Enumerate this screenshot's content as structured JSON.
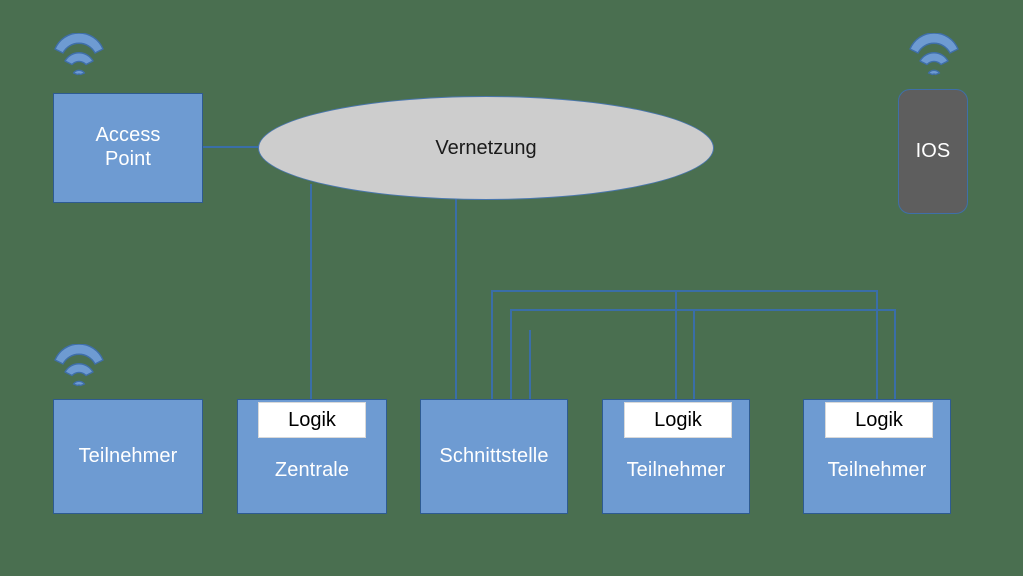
{
  "diagram": {
    "title": "Vernetzung",
    "background_color": "#4a6f50",
    "palette": {
      "node_fill": "#6e9bd2",
      "node_border": "#2e5b91",
      "cloud_fill": "#cdcdcd",
      "cloud_border": "#4a77ae",
      "phone_fill": "#5e5e5e",
      "phone_border": "#3f6fa8",
      "logik_fill": "#ffffff",
      "logik_text": "#000000",
      "node_text": "#ffffff",
      "connector": "#3a6ea8",
      "wifi_icon": "#6e9bd2",
      "wifi_icon_border": "#3f6fa8"
    },
    "cloud": {
      "label": "Vernetzung"
    },
    "nodes": [
      {
        "id": "access-point",
        "label": "Access\nPoint",
        "type": "box",
        "wifi": true
      },
      {
        "id": "ios-device",
        "label": "IOS",
        "type": "phone",
        "wifi": true
      },
      {
        "id": "teilnehmer-1",
        "label": "Teilnehmer",
        "type": "box",
        "wifi": true,
        "logik": null
      },
      {
        "id": "zentrale",
        "label": "Zentrale",
        "type": "box",
        "wifi": false,
        "logik": "Logik"
      },
      {
        "id": "schnittstelle",
        "label": "Schnittstelle",
        "type": "box",
        "wifi": false,
        "logik": null
      },
      {
        "id": "teilnehmer-2",
        "label": "Teilnehmer",
        "type": "box",
        "wifi": false,
        "logik": "Logik"
      },
      {
        "id": "teilnehmer-3",
        "label": "Teilnehmer",
        "type": "box",
        "wifi": false,
        "logik": "Logik"
      }
    ],
    "logik_labels": {
      "zentrale": "Logik",
      "teilnehmer_2": "Logik",
      "teilnehmer_3": "Logik"
    },
    "connections": [
      {
        "from": "access-point",
        "to": "cloud",
        "style": "straight"
      },
      {
        "from": "cloud",
        "to": "zentrale",
        "style": "straight"
      },
      {
        "from": "cloud",
        "to": "schnittstelle",
        "style": "straight"
      },
      {
        "from": "schnittstelle",
        "to": "teilnehmer-2",
        "style": "orthogonal-bus-outer"
      },
      {
        "from": "schnittstelle",
        "to": "teilnehmer-3",
        "style": "orthogonal-bus-outer"
      },
      {
        "from": "schnittstelle",
        "to": "teilnehmer-2",
        "style": "orthogonal-bus-inner"
      },
      {
        "from": "schnittstelle",
        "to": "teilnehmer-3",
        "style": "orthogonal-bus-inner"
      }
    ],
    "icons": {
      "wifi": "wifi-icon"
    }
  }
}
